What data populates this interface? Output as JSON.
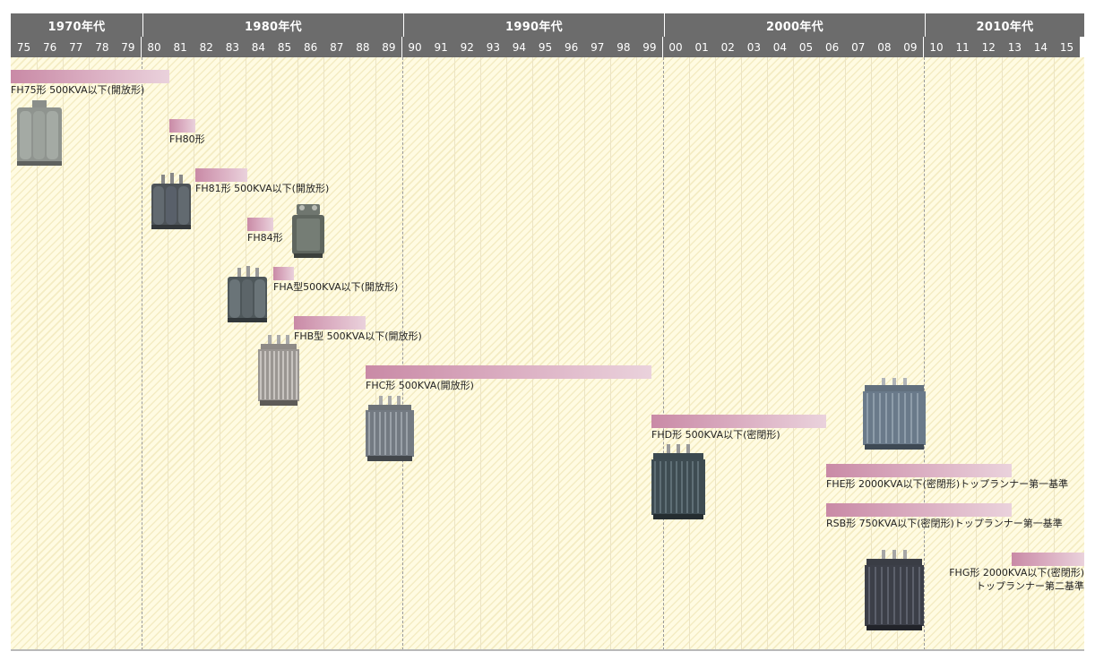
{
  "decades": [
    "1970年代",
    "1980年代",
    "1990年代",
    "2000年代",
    "2010年代"
  ],
  "years": [
    "75",
    "76",
    "77",
    "78",
    "79",
    "80",
    "81",
    "82",
    "83",
    "84",
    "85",
    "86",
    "87",
    "88",
    "89",
    "90",
    "91",
    "92",
    "93",
    "94",
    "95",
    "96",
    "97",
    "98",
    "99",
    "00",
    "01",
    "02",
    "03",
    "04",
    "05",
    "06",
    "07",
    "08",
    "09",
    "10",
    "11",
    "12",
    "13",
    "14",
    "15"
  ],
  "products": [
    {
      "label": "FH75形 500KVA以下(開放形)"
    },
    {
      "label": "FH80形"
    },
    {
      "label": "FH81形 500KVA以下(開放形)"
    },
    {
      "label": "FH84形"
    },
    {
      "label": "FHA型500KVA以下(開放形)"
    },
    {
      "label": "FHB型 500KVA以下(開放形)"
    },
    {
      "label": "FHC形 500KVA(開放形)"
    },
    {
      "label": "FHD形 500KVA以下(密閉形)"
    },
    {
      "label": "FHE形 2000KVA以下(密閉形)トップランナー第一基準"
    },
    {
      "label": "RSB形 750KVA以下(密閉形)トップランナー第一基準"
    },
    {
      "label": "FHG形 2000KVA以下(密閉形)",
      "label2": "トップランナー第二基準"
    }
  ],
  "images": [
    {
      "name": "fh75-transformer",
      "style": "grey-cans"
    },
    {
      "name": "fh81-transformer",
      "style": "dark-cans"
    },
    {
      "name": "fh84-transformer",
      "style": "box"
    },
    {
      "name": "fha-transformer",
      "style": "dark-cans"
    },
    {
      "name": "fhb-transformer",
      "style": "finned-light"
    },
    {
      "name": "fhc-transformer",
      "style": "finned-mid"
    },
    {
      "name": "fhd-transformer",
      "style": "finned-dark"
    },
    {
      "name": "fhe-transformer",
      "style": "finned-blue"
    },
    {
      "name": "fhg-transformer",
      "style": "finned-black"
    }
  ],
  "colors": {
    "header": "#6c6c6c",
    "bar": "#c98aa6",
    "background": "#fffbe2"
  }
}
